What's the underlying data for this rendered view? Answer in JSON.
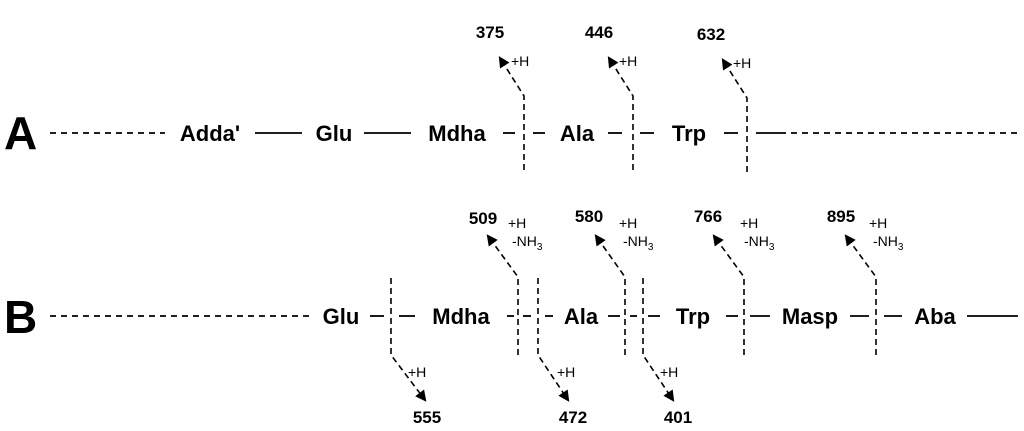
{
  "rows": {
    "a": {
      "label": "A",
      "residues": [
        "Adda'",
        "Glu",
        "Mdha",
        "Ala",
        "Trp"
      ],
      "fragments": [
        {
          "mass": "375",
          "note": "+H"
        },
        {
          "mass": "446",
          "note": "+H"
        },
        {
          "mass": "632",
          "note": "+H"
        }
      ]
    },
    "b": {
      "label": "B",
      "residues": [
        "Glu",
        "Mdha",
        "Ala",
        "Trp",
        "Masp",
        "Aba"
      ],
      "fragments_top": [
        {
          "mass": "509",
          "note1": "+H",
          "note2": "-NH",
          "sub": "3"
        },
        {
          "mass": "580",
          "note1": "+H",
          "note2": "-NH",
          "sub": "3"
        },
        {
          "mass": "766",
          "note1": "+H",
          "note2": "-NH",
          "sub": "3"
        },
        {
          "mass": "895",
          "note1": "+H",
          "note2": "-NH",
          "sub": "3"
        }
      ],
      "fragments_bottom": [
        {
          "mass": "555",
          "note": "+H"
        },
        {
          "mass": "472",
          "note": "+H"
        },
        {
          "mass": "401",
          "note": "+H"
        }
      ]
    }
  }
}
